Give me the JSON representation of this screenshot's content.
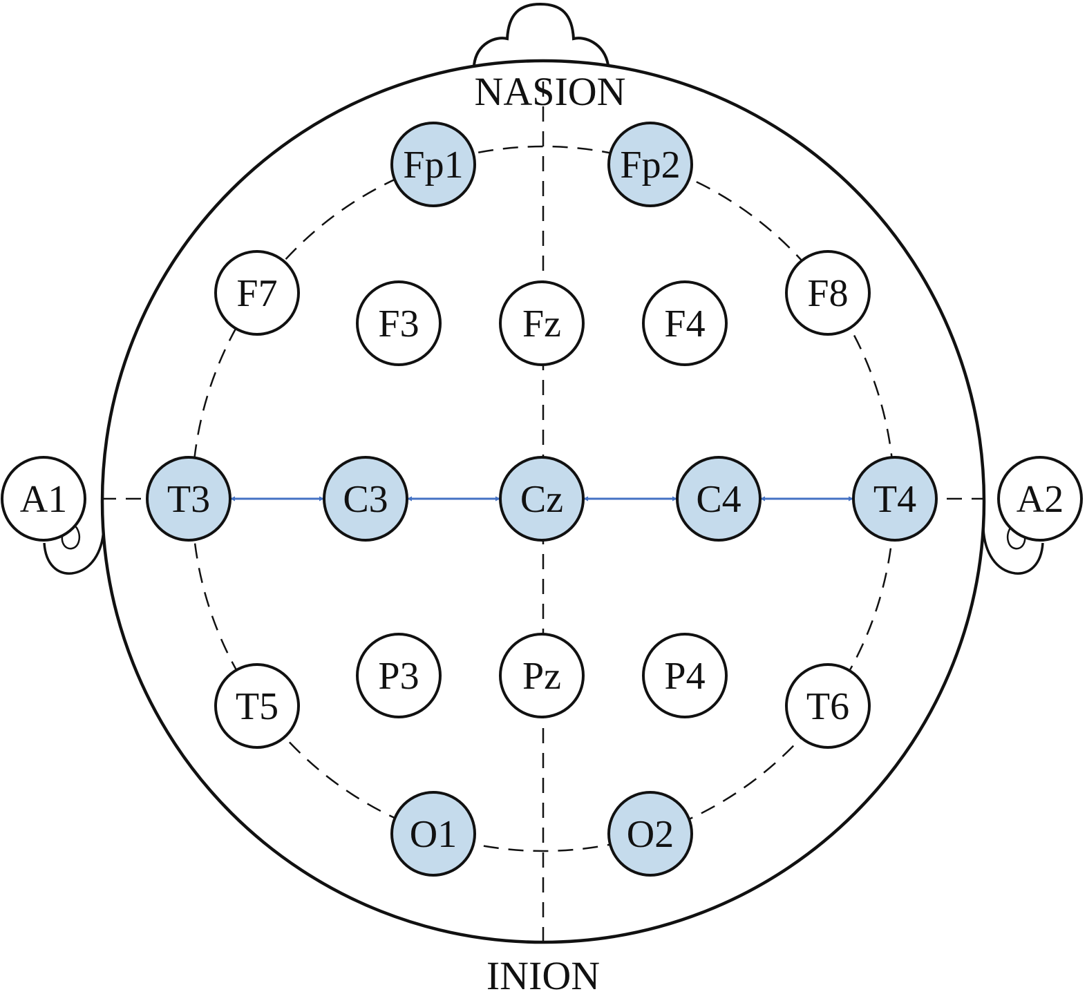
{
  "colors": {
    "outline": "#111111",
    "highlight_fill": "#c5dbec",
    "normal_fill": "#ffffff",
    "arrow": "#4472c4"
  },
  "landmarks": {
    "nasion": "NASION",
    "inion": "INION"
  },
  "electrodes": [
    {
      "id": "fp1",
      "label": "Fp1",
      "highlighted": true
    },
    {
      "id": "fp2",
      "label": "Fp2",
      "highlighted": true
    },
    {
      "id": "f7",
      "label": "F7",
      "highlighted": false
    },
    {
      "id": "f3",
      "label": "F3",
      "highlighted": false
    },
    {
      "id": "fz",
      "label": "Fz",
      "highlighted": false
    },
    {
      "id": "f4",
      "label": "F4",
      "highlighted": false
    },
    {
      "id": "f8",
      "label": "F8",
      "highlighted": false
    },
    {
      "id": "a1",
      "label": "A1",
      "highlighted": false
    },
    {
      "id": "t3",
      "label": "T3",
      "highlighted": true
    },
    {
      "id": "c3",
      "label": "C3",
      "highlighted": true
    },
    {
      "id": "cz",
      "label": "Cz",
      "highlighted": true
    },
    {
      "id": "c4",
      "label": "C4",
      "highlighted": true
    },
    {
      "id": "t4",
      "label": "T4",
      "highlighted": true
    },
    {
      "id": "a2",
      "label": "A2",
      "highlighted": false
    },
    {
      "id": "t5",
      "label": "T5",
      "highlighted": false
    },
    {
      "id": "p3",
      "label": "P3",
      "highlighted": false
    },
    {
      "id": "pz",
      "label": "Pz",
      "highlighted": false
    },
    {
      "id": "p4",
      "label": "P4",
      "highlighted": false
    },
    {
      "id": "t6",
      "label": "T6",
      "highlighted": false
    },
    {
      "id": "o1",
      "label": "O1",
      "highlighted": true
    },
    {
      "id": "o2",
      "label": "O2",
      "highlighted": true
    }
  ],
  "connections": [
    {
      "from": "t3",
      "to": "c3"
    },
    {
      "from": "c3",
      "to": "cz"
    },
    {
      "from": "cz",
      "to": "c4"
    },
    {
      "from": "c4",
      "to": "t4"
    }
  ]
}
